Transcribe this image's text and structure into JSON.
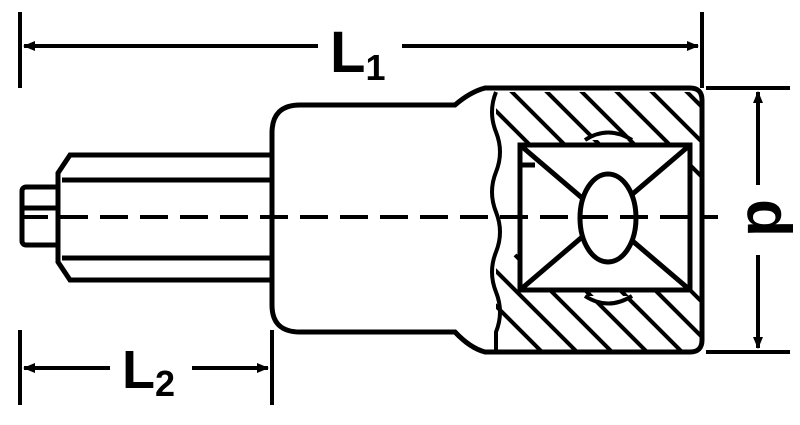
{
  "dimensions": {
    "overall_length": {
      "letter": "L",
      "subscript": "1"
    },
    "drive_length": {
      "letter": "L",
      "subscript": "2"
    },
    "diameter": {
      "letter": "d"
    }
  },
  "colors": {
    "ink": "#000000",
    "paper": "#ffffff"
  }
}
